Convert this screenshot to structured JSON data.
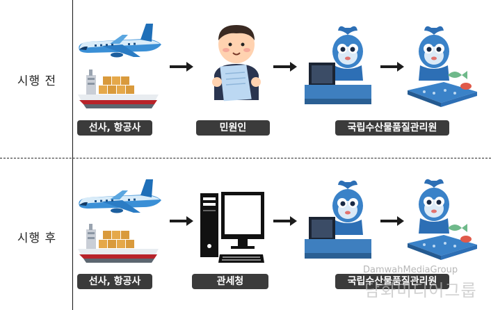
{
  "rows": [
    {
      "label": "시행 전",
      "stages": [
        "선사, 항공사",
        "민원인",
        "국립수산물품질관리원"
      ]
    },
    {
      "label": "시행 후",
      "stages": [
        "선사, 항공사",
        "관세청",
        "국립수산물품질관리원"
      ]
    }
  ],
  "watermark": {
    "line1": "DamwahMediaGroup",
    "line2": "담화미디어그룹"
  },
  "icons": [
    "airplane-icon",
    "cargo-ship-icon",
    "person-holding-document-icon",
    "desktop-computer-icon",
    "mascot-at-computer-icon",
    "mascot-at-fish-tank-icon"
  ],
  "colors": {
    "badge_bg": "#3b3b3b",
    "plane_blue": "#3a8fd6",
    "mascot_blue": "#2d6fb5"
  }
}
